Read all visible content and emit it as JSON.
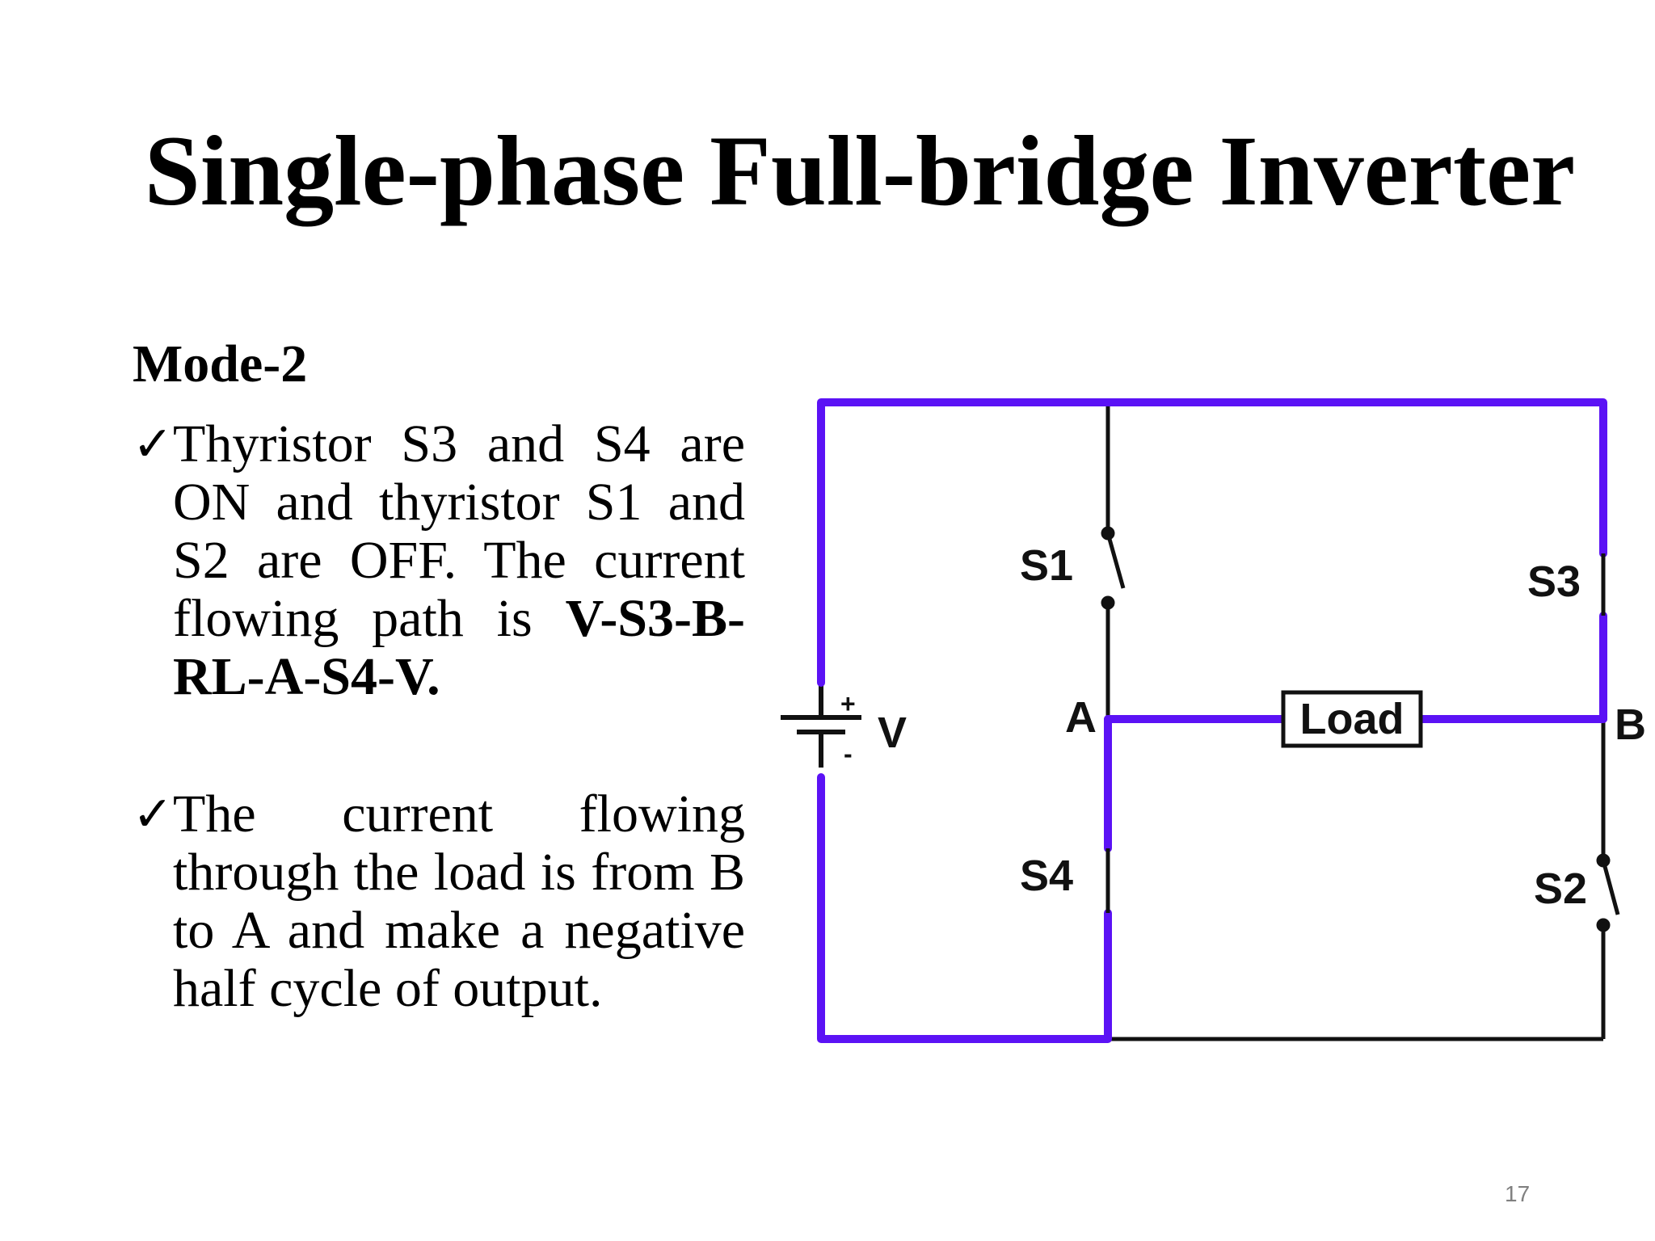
{
  "slide": {
    "title": "Single-phase Full-bridge Inverter",
    "mode": "Mode-2",
    "bullets": [
      {
        "icon": "check-icon",
        "text_before": "Thyristor S3 and S4 are ON and thyristor S1 and S2 are OFF. The current flowing path is ",
        "text_bold": "V-S3-B-RL-A-S4-V."
      },
      {
        "icon": "check-icon",
        "text": "The current flowing through the load is from B to A and make a negative half cycle of output."
      }
    ],
    "page_number": "17"
  },
  "circuit": {
    "source_label": "V",
    "switches": [
      "S1",
      "S3",
      "S4",
      "S2"
    ],
    "nodes": [
      "A",
      "B"
    ],
    "load_label": "Load",
    "plus_sign": "+",
    "minus_sign": "-",
    "colors": {
      "active_path": "#5b12f5",
      "wire": "#111111"
    }
  }
}
